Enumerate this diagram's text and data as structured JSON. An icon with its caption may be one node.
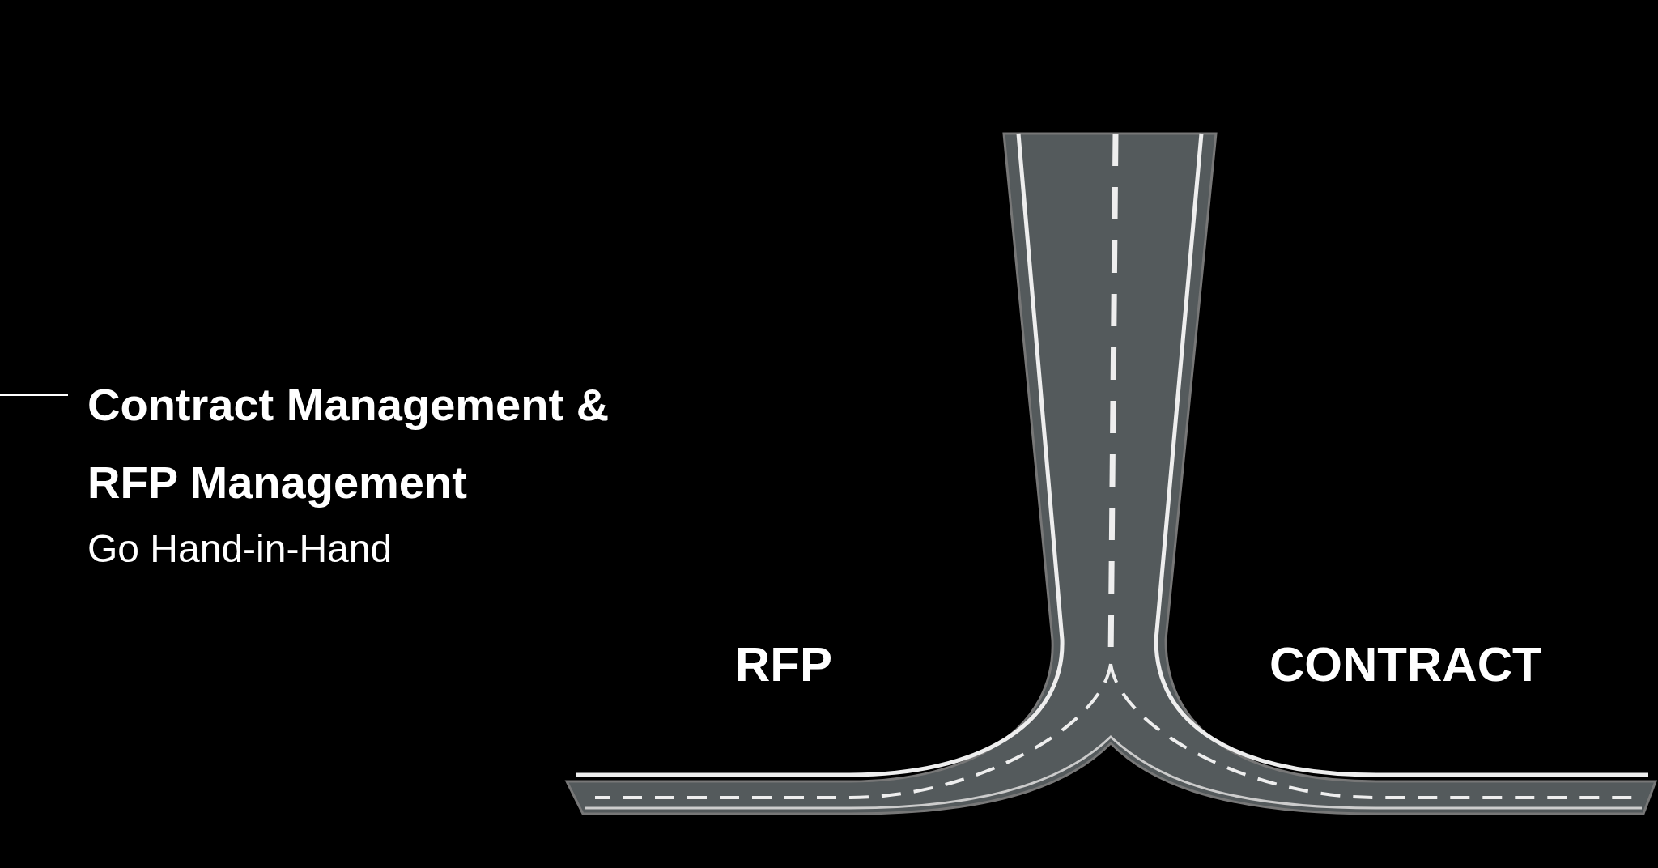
{
  "diagram": {
    "title": "Contract Management & RFP Management",
    "labels": [
      "Go Hand-in-Hand",
      "RFP",
      "CONTRACT"
    ]
  }
}
